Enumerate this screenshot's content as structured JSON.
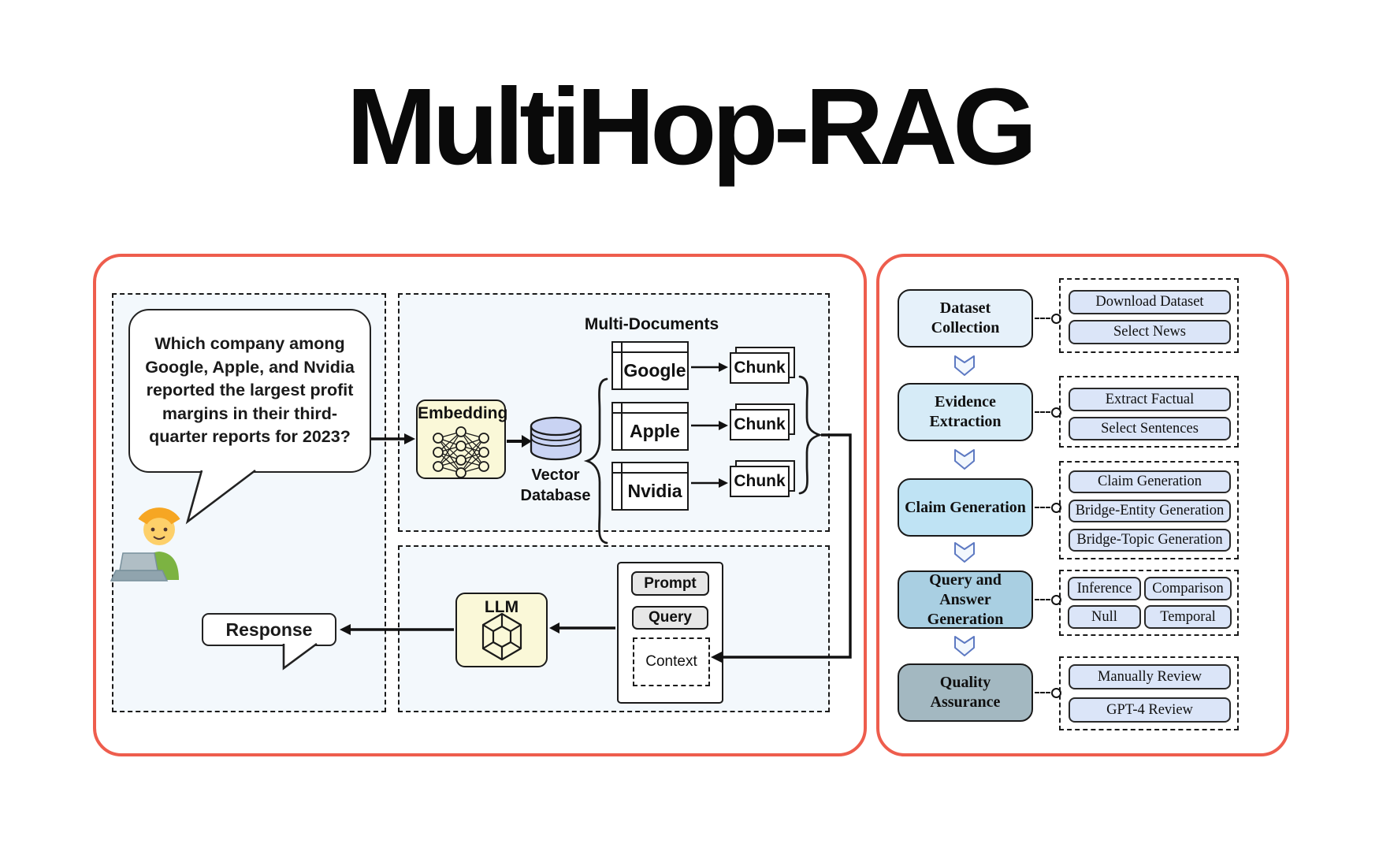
{
  "title": "MultiHop-RAG",
  "rag_pipeline": {
    "question": "Which company among Google, Apple, and Nvidia reported the largest profit margins in their third-quarter reports for 2023?",
    "embedding_label": "Embedding",
    "vector_db_label": "Vector Database",
    "multi_documents_label": "Multi-Documents",
    "documents": [
      "Google",
      "Apple",
      "Nvidia"
    ],
    "chunk_label": "Chunk",
    "llm_label": "LLM",
    "prompt_label": "Prompt",
    "query_label": "Query",
    "context_label": "Context",
    "response_label": "Response"
  },
  "construction_pipeline": {
    "steps": [
      {
        "label": "Dataset Collection",
        "color": "#e6f1fa",
        "layout": "rows",
        "items": [
          "Download Dataset",
          "Select News"
        ]
      },
      {
        "label": "Evidence Extraction",
        "color": "#d6ebf7",
        "layout": "rows",
        "items": [
          "Extract Factual",
          "Select Sentences"
        ]
      },
      {
        "label": "Claim Generation",
        "color": "#bfe3f4",
        "layout": "rows",
        "items": [
          "Claim Generation",
          "Bridge-Entity Generation",
          "Bridge-Topic Generation"
        ]
      },
      {
        "label": "Query and Answer Generation",
        "color": "#a9cfe2",
        "layout": "grid",
        "items": [
          "Inference",
          "Comparison",
          "Null",
          "Temporal"
        ]
      },
      {
        "label": "Quality Assurance",
        "color": "#a3b8c1",
        "layout": "rows",
        "items": [
          "Manually Review",
          "GPT-4 Review"
        ]
      }
    ]
  },
  "colors": {
    "panel_border": "#ee5d4d",
    "module_yellow": "#faf8d8",
    "vector_db_fill": "#c9d3f3",
    "pill_blue": "#dbe5f8",
    "prompt_gray": "#e7e7e7",
    "chevron_stroke": "#5d79c2",
    "dashed_area_bg": "#f3f8fc"
  }
}
